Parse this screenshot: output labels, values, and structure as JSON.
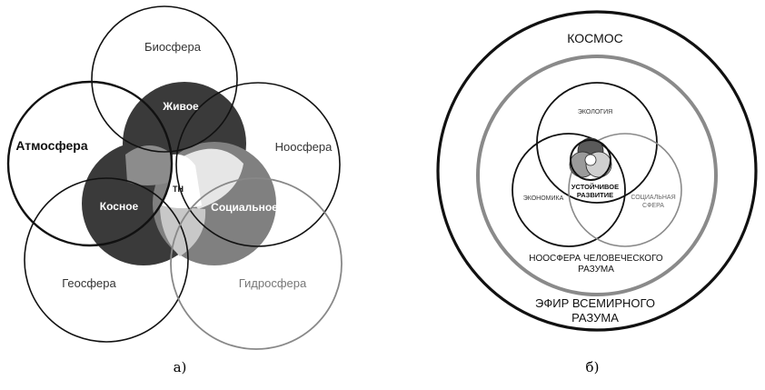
{
  "diagram_a": {
    "circles": {
      "biosphere": "Биосфера",
      "atmosphere": "Атмосфера",
      "noosphere": "Ноосфера",
      "geosphere": "Геосфера",
      "hydrosphere": "Гидросфера"
    },
    "inner": {
      "living": "Живое",
      "inert": "Косное",
      "social": "Социальное",
      "center": "ТН"
    },
    "colors": {
      "living": "#3a3a3a",
      "inert": "#3a3a3a",
      "social": "#808080",
      "stroke": "#111111",
      "hydro_stroke": "#888888"
    },
    "caption": "а)"
  },
  "diagram_b": {
    "outer_ring": "КОСМОС",
    "ether_line1": "ЭФИР ВСЕМИРНОГО",
    "ether_line2": "РАЗУМА",
    "noosphere_line1": "НООСФЕРА ЧЕЛОВЕЧЕСКОГО",
    "noosphere_line2": "РАЗУМА",
    "ecology": "ЭКОЛОГИЯ",
    "economy": "ЭКОНОМИКА",
    "social_line1": "СОЦИАЛЬНАЯ",
    "social_line2": "СФЕРА",
    "center_line1": "УСТОЙЧИВОЕ",
    "center_line2": "РАЗВИТИЕ",
    "colors": {
      "outer_stroke": "#111111",
      "gray_ring": "#8a8a8a",
      "mini_dark": "#5a5a5a",
      "mini_mid": "#9a9a9a",
      "mini_light": "#cfcfcf"
    },
    "caption": "б)"
  }
}
